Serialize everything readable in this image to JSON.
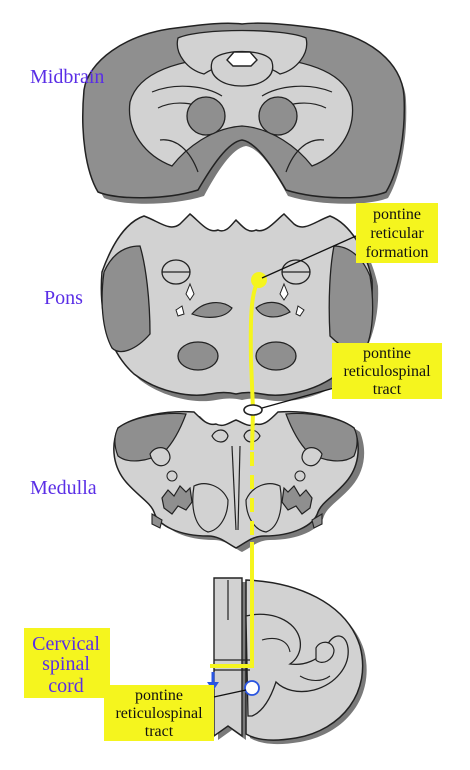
{
  "colors": {
    "tissue_light": "#d2d2d2",
    "tissue_dark": "#8f8f8f",
    "tissue_shadow": "#7a7a7a",
    "outline": "#222222",
    "pathway": "#f5f51e",
    "highlight_box": "#f5f51e",
    "region_label": "#5a2ee6",
    "arrow": "#2a55e0",
    "tract_marker": "#2a55e0"
  },
  "labels": {
    "midbrain": "Midbrain",
    "pons": "Pons",
    "medulla": "Medulla",
    "spinal_line1": "Cervical",
    "spinal_line2": "spinal",
    "spinal_line3": "cord"
  },
  "callouts": {
    "reticular_formation": [
      "pontine",
      "reticular",
      "formation"
    ],
    "reticulospinal_tract_upper": [
      "pontine",
      "reticulospinal",
      "tract"
    ],
    "reticulospinal_tract_lower": [
      "pontine",
      "reticulospinal",
      "tract"
    ]
  },
  "icons": {
    "direction_arrow": "down-arrow-icon"
  }
}
